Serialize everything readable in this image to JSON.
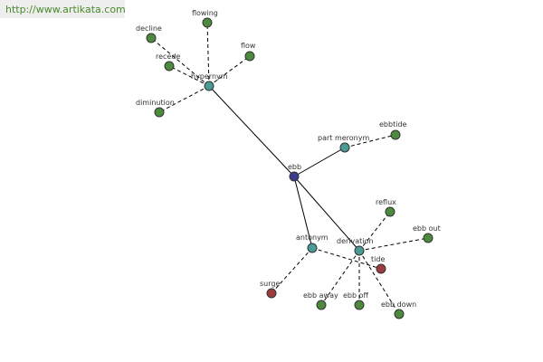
{
  "watermark": {
    "url": "http://www.artikata.com"
  },
  "colors": {
    "background": "#ffffff",
    "hub": "#3b3b8f",
    "relation": "#4a9a96",
    "word": "#4e8a3e",
    "accent": "#9c3c3c",
    "edge": "#000000",
    "watermark_text": "#4a8a2a",
    "watermark_bg": "#eeeeee"
  },
  "graph": {
    "nodes": [
      {
        "id": "ebb",
        "label": "ebb",
        "kind": "hub"
      },
      {
        "id": "hypernym",
        "label": "hypernym",
        "kind": "relation"
      },
      {
        "id": "part_meronym",
        "label": "part meronym",
        "kind": "relation"
      },
      {
        "id": "antonym",
        "label": "antonym",
        "kind": "relation"
      },
      {
        "id": "derivation",
        "label": "derivation",
        "kind": "relation"
      },
      {
        "id": "flowing",
        "label": "flowing",
        "kind": "word"
      },
      {
        "id": "decline",
        "label": "decline",
        "kind": "word"
      },
      {
        "id": "flow",
        "label": "flow",
        "kind": "word"
      },
      {
        "id": "recede",
        "label": "recede",
        "kind": "word"
      },
      {
        "id": "diminution",
        "label": "diminution",
        "kind": "word"
      },
      {
        "id": "ebbtide",
        "label": "ebbtide",
        "kind": "word"
      },
      {
        "id": "reflux",
        "label": "reflux",
        "kind": "word"
      },
      {
        "id": "ebb_out",
        "label": "ebb out",
        "kind": "word"
      },
      {
        "id": "tide",
        "label": "tide",
        "kind": "accent"
      },
      {
        "id": "surge",
        "label": "surge",
        "kind": "accent"
      },
      {
        "id": "ebb_away",
        "label": "ebb away",
        "kind": "word"
      },
      {
        "id": "ebb_off",
        "label": "ebb off",
        "kind": "word"
      },
      {
        "id": "ebb_down",
        "label": "ebb down",
        "kind": "word"
      }
    ],
    "edges": [
      {
        "from": "ebb",
        "to": "hypernym",
        "style": "solid"
      },
      {
        "from": "ebb",
        "to": "part_meronym",
        "style": "solid"
      },
      {
        "from": "ebb",
        "to": "antonym",
        "style": "solid"
      },
      {
        "from": "ebb",
        "to": "derivation",
        "style": "solid"
      },
      {
        "from": "hypernym",
        "to": "flowing",
        "style": "dashed"
      },
      {
        "from": "hypernym",
        "to": "decline",
        "style": "dashed"
      },
      {
        "from": "hypernym",
        "to": "flow",
        "style": "dashed"
      },
      {
        "from": "hypernym",
        "to": "recede",
        "style": "dashed"
      },
      {
        "from": "hypernym",
        "to": "diminution",
        "style": "dashed"
      },
      {
        "from": "part_meronym",
        "to": "ebbtide",
        "style": "dashed"
      },
      {
        "from": "antonym",
        "to": "surge",
        "style": "dashed"
      },
      {
        "from": "antonym",
        "to": "tide",
        "style": "dashed"
      },
      {
        "from": "derivation",
        "to": "reflux",
        "style": "dashed"
      },
      {
        "from": "derivation",
        "to": "ebb_out",
        "style": "dashed"
      },
      {
        "from": "derivation",
        "to": "ebb_away",
        "style": "dashed"
      },
      {
        "from": "derivation",
        "to": "ebb_off",
        "style": "dashed"
      },
      {
        "from": "derivation",
        "to": "ebb_down",
        "style": "dashed"
      }
    ]
  }
}
